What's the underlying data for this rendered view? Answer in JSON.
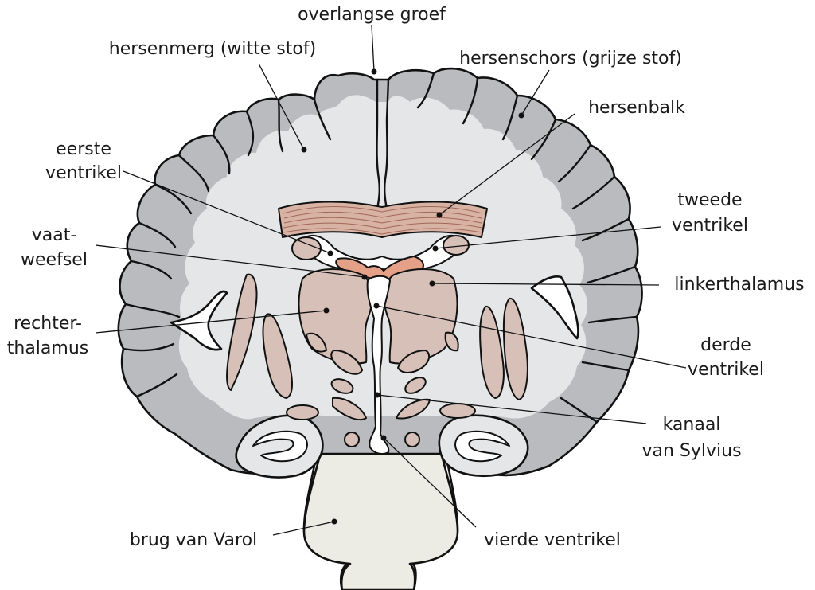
{
  "diagram": {
    "labels": {
      "overlangse_groef": "overlangse groef",
      "hersenmerg": "hersenmerg (witte stof)",
      "hersenschors": "hersenschors (grijze stof)",
      "hersenbalk": "hersenbalk",
      "eerste_ventrikel_1": "eerste",
      "eerste_ventrikel_2": "ventrikel",
      "tweede_ventrikel_1": "tweede",
      "tweede_ventrikel_2": "ventrikel",
      "vaatweefsel_1": "vaat-",
      "vaatweefsel_2": "weefsel",
      "linkerthalamus": "linkerthalamus",
      "rechterthalamus_1": "rechter-",
      "rechterthalamus_2": "thalamus",
      "derde_ventrikel_1": "derde",
      "derde_ventrikel_2": "ventrikel",
      "kanaal_1": "kanaal",
      "kanaal_2": "van Sylvius",
      "brug_van_varol": "brug van Varol",
      "vierde_ventrikel": "vierde ventrikel"
    },
    "colors": {
      "gray_matter": "#b9bbbe",
      "white_matter": "#e4e6e8",
      "thalamus": "#d6c0b8",
      "corpus_callosum": "#d8b3a4",
      "choroid": "#e4a188",
      "brainstem": "#edece4",
      "ventricle": "#ffffff",
      "outline": "#111111"
    }
  }
}
